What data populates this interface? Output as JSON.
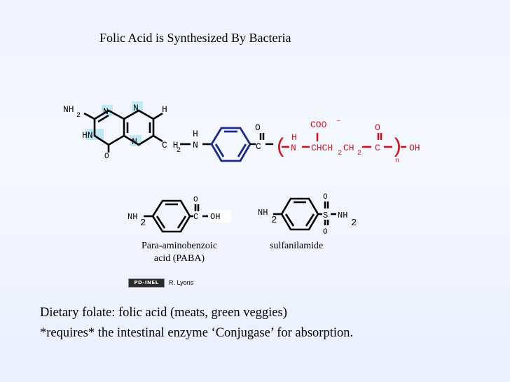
{
  "title": "Folic Acid is Synthesized By Bacteria",
  "folic_acid": {
    "atoms": {
      "nh2_left": "NH",
      "nh2_left_sub": "2",
      "ring_n1": "N",
      "ring_n2": "N",
      "ring_n3": "N",
      "hn": "HN",
      "carbonyl_o": "O",
      "h_top": "H",
      "ch2": "C H",
      "ch2_sub": "2",
      "amine_h": "H",
      "amine_n": "N",
      "carbonyl2_o": "O",
      "carbonyl2_c": "C",
      "glu_h": "H",
      "glu_n": "N",
      "coo": "COO",
      "coo_charge": "–",
      "chain": "CHCH",
      "chain_sub1": "2",
      "chain_ch": "CH",
      "chain_sub2": "2",
      "glu_o": "O",
      "glu_c": "C",
      "oh": "OH",
      "n_sub": "n",
      "paren_open": "(",
      "paren_close": ")"
    }
  },
  "paba": {
    "nh": "NH",
    "nh_sub": "2",
    "o": "O",
    "c": "C",
    "oh": "OH",
    "label_line1": "Para-aminobenzoic",
    "label_line2": "acid (PABA)"
  },
  "sulfanilamide": {
    "nh": "NH",
    "nh_sub": "2",
    "o_top": "O",
    "s": "S",
    "o_bottom": "O",
    "nh_right": "NH",
    "nh_right_sub": "2",
    "label": "sulfanilamide"
  },
  "credit": {
    "badge": "PD-INEL",
    "author": "R. Lyons"
  },
  "footer": {
    "line1": "Dietary folate: folic acid (meats, green veggies)",
    "line2": "*requires* the intestinal enzyme ‘Conjugase’ for absorption."
  },
  "colors": {
    "bond": "#000000",
    "ring_blue": "#1a2a8c",
    "red": "#d4141c",
    "highlight": "#bfe9f5"
  }
}
